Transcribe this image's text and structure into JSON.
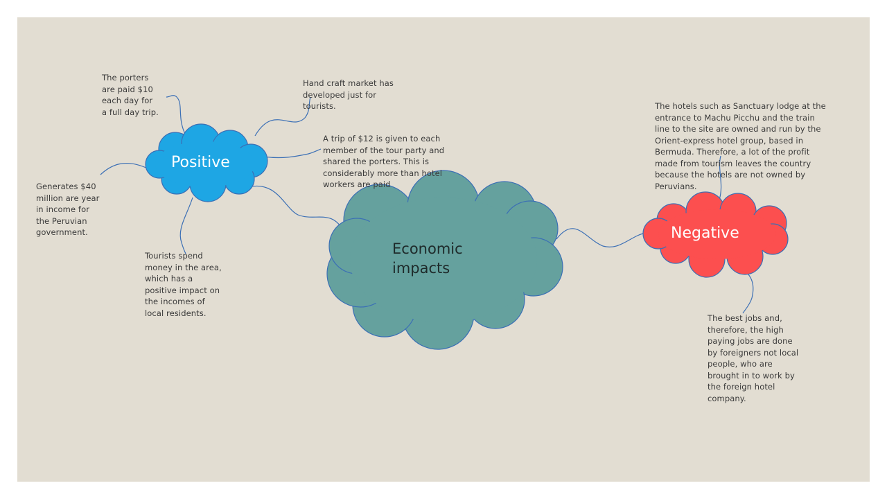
{
  "center": {
    "label": "Economic\nimpacts"
  },
  "positive": {
    "label": "Positive",
    "notes": {
      "porters": "The porters\nare paid $10\neach day for\na full day trip.",
      "handcraft": "Hand craft market has\ndeveloped just for\ntourists.",
      "trip": "A trip of $12 is given to each\nmember of the tour party and\nshared the porters. This is\nconsiderably more than hotel\nworkers are paid",
      "generates": "Generates $40\nmillion are year\nin income for\nthe Peruvian\ngovernment.",
      "tourists": "Tourists spend\nmoney in the area,\nwhich has a\npositive impact on\nthe incomes of\nlocal residents."
    }
  },
  "negative": {
    "label": "Negative",
    "notes": {
      "hotels": "The hotels such as Sanctuary lodge at the\nentrance to Machu Picchu and the train\nline to the site are owned and run by the\nOrient-express hotel group, based in\nBermuda. Therefore, a lot of the profit\nmade from tourism leaves the country\nbecause the hotels are not owned by\nPeruvians.",
      "jobs": "The best jobs and,\ntherefore, the high\npaying jobs are done\nby foreigners not local\npeople, who are\nbrought in to work by\nthe foreign hotel\ncompany."
    }
  },
  "colors": {
    "background": "#e2ddd2",
    "positive": "#1ea6e4",
    "negative": "#fc4f4f",
    "center": "#65a19e",
    "outline": "#3b6fb5"
  }
}
